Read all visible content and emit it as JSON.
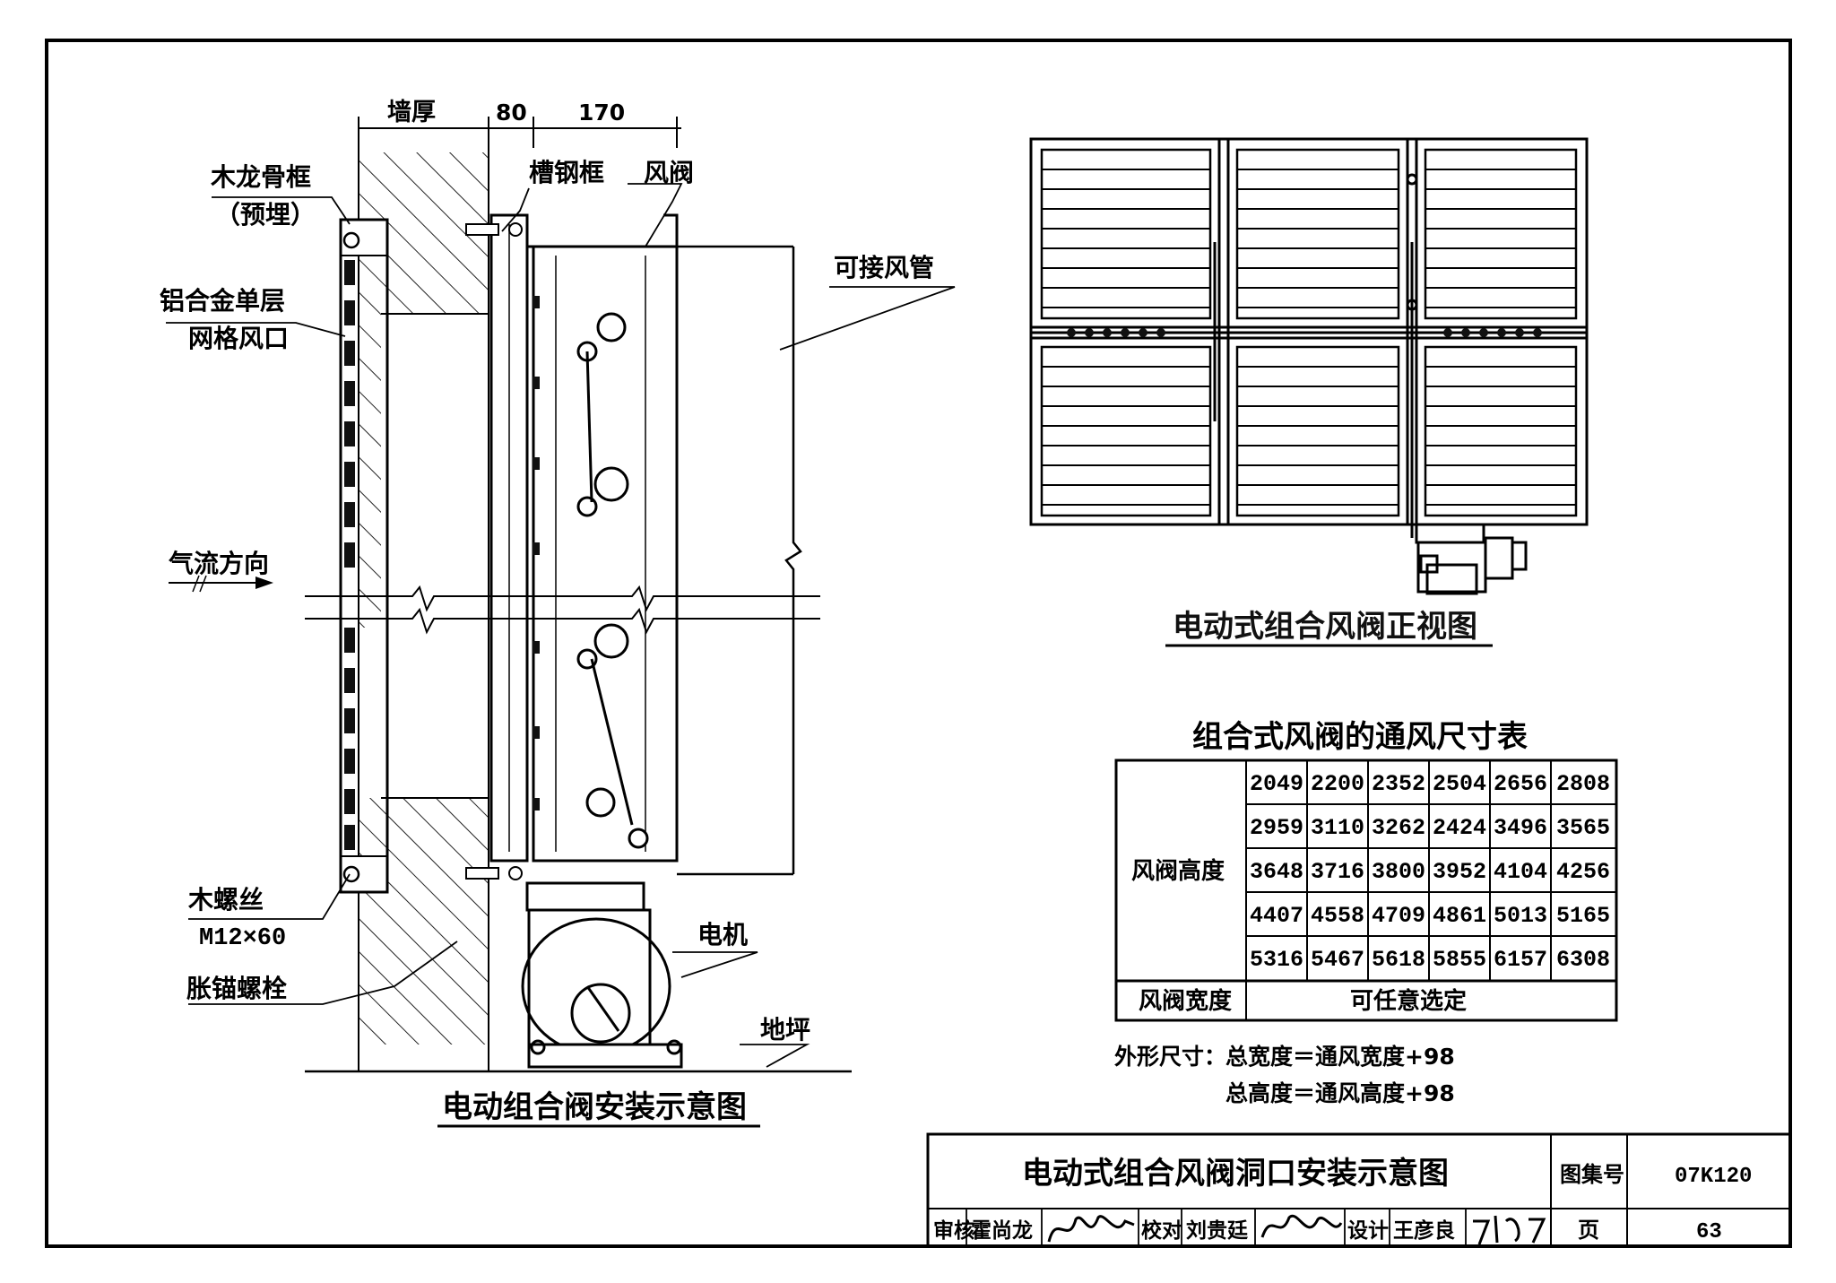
{
  "install": {
    "dims": {
      "wall": "墙厚",
      "d80": "80",
      "d170": "170"
    },
    "labels": {
      "wood_frame_1": "木龙骨框",
      "wood_frame_2": "（预埋）",
      "grille_1": "铝合金单层",
      "grille_2": "网格风口",
      "channel_frame": "槽钢框",
      "damper": "风阀",
      "duct": "可接风管",
      "airflow": "气流方向",
      "screw_1": "木螺丝",
      "screw_2": "M12×60",
      "anchor": "胀锚螺栓",
      "motor": "电机",
      "floor": "地坪"
    },
    "caption": "电动组合阀安装示意图"
  },
  "front": {
    "caption": "电动式组合风阀正视图"
  },
  "table": {
    "title": "组合式风阀的通风尺寸表",
    "height_label": "风阀高度",
    "width_label": "风阀宽度",
    "width_value": "可任意选定",
    "rows": [
      [
        "2049",
        "2200",
        "2352",
        "2504",
        "2656",
        "2808"
      ],
      [
        "2959",
        "3110",
        "3262",
        "2424",
        "3496",
        "3565"
      ],
      [
        "3648",
        "3716",
        "3800",
        "3952",
        "4104",
        "4256"
      ],
      [
        "4407",
        "4558",
        "4709",
        "4861",
        "5013",
        "5165"
      ],
      [
        "5316",
        "5467",
        "5618",
        "5855",
        "6157",
        "6308"
      ]
    ]
  },
  "notes": {
    "prefix": "外形尺寸：",
    "line1": "总宽度＝通风宽度+98",
    "line2": "总高度＝通风高度+98"
  },
  "title_block": {
    "title": "电动式组合风阀洞口安装示意图",
    "atlas_label": "图集号",
    "atlas_value": "07K120",
    "page_label": "页",
    "page_value": "63",
    "review_label": "审核",
    "review_name": "霍尚龙",
    "check_label": "校对",
    "check_name": "刘贵廷",
    "design_label": "设计",
    "design_name": "王彦良"
  }
}
